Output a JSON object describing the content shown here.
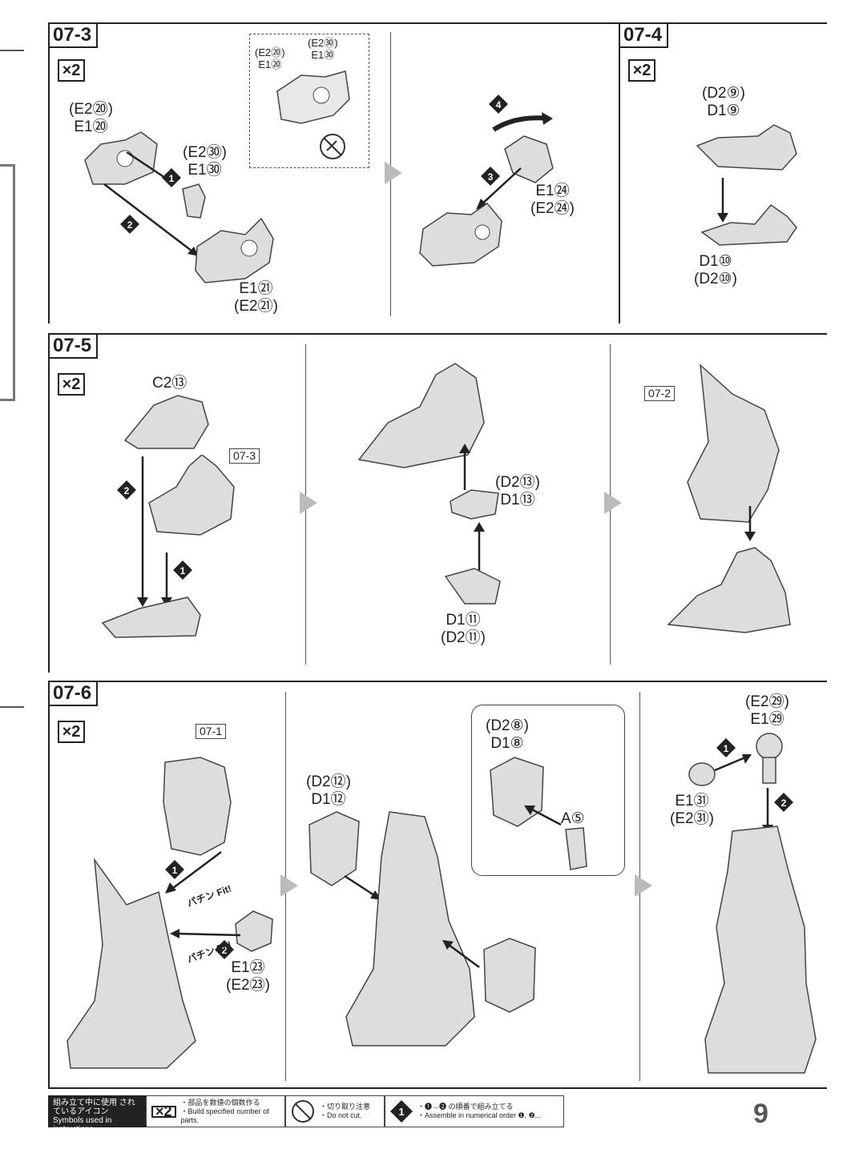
{
  "steps": {
    "s073": {
      "tag": "07-3",
      "mult": "×2",
      "inset": {
        "a": "(E2⑳)",
        "b": "E1⑳",
        "c": "(E2㉚)",
        "d": "E1㉚"
      },
      "p1a": "(E2⑳)",
      "p1b": "E1⑳",
      "p2a": "(E2㉚)",
      "p2b": "E1㉚",
      "p3a": "E1㉑",
      "p3b": "(E2㉑)",
      "p4a": "E1㉔",
      "p4b": "(E2㉔)"
    },
    "s074": {
      "tag": "07-4",
      "mult": "×2",
      "p1a": "(D2⑨)",
      "p1b": "D1⑨",
      "p2a": "D1⑩",
      "p2b": "(D2⑩)"
    },
    "s075": {
      "tag": "07-5",
      "mult": "×2",
      "p1": "C2⑬",
      "ref1": "07-3",
      "p2a": "(D2⑬)",
      "p2b": "D1⑬",
      "p3a": "D1⑪",
      "p3b": "(D2⑪)",
      "ref2": "07-2"
    },
    "s076": {
      "tag": "07-6",
      "mult": "×2",
      "ref1": "07-1",
      "fit1": "パチン Fit!",
      "fit2": "パチン Fit!",
      "p1a": "E1㉓",
      "p1b": "(E2㉓)",
      "p2a": "(D2⑫)",
      "p2b": "D1⑫",
      "p3a": "(D2⑧)",
      "p3b": "D1⑧",
      "p4": "A⑤",
      "p5a": "(E2㉙)",
      "p5b": "E1㉙",
      "p6a": "E1㉛",
      "p6b": "(E2㉛)"
    }
  },
  "legend": {
    "title": "組み立て中に使用 されているアイコン Symbols used in instructions",
    "mult_icon": "×2",
    "mult_jp": "・部品を数値の個数作る",
    "mult_en": "・Build specified number of parts.",
    "cut_jp": "・切り取り注意",
    "cut_en": "・Do not cut.",
    "order_jp": "・❶→❷ の順番で組み立てる",
    "order_en": "・Assemble in numerical order ❶, ❷..."
  },
  "page_number": "9"
}
